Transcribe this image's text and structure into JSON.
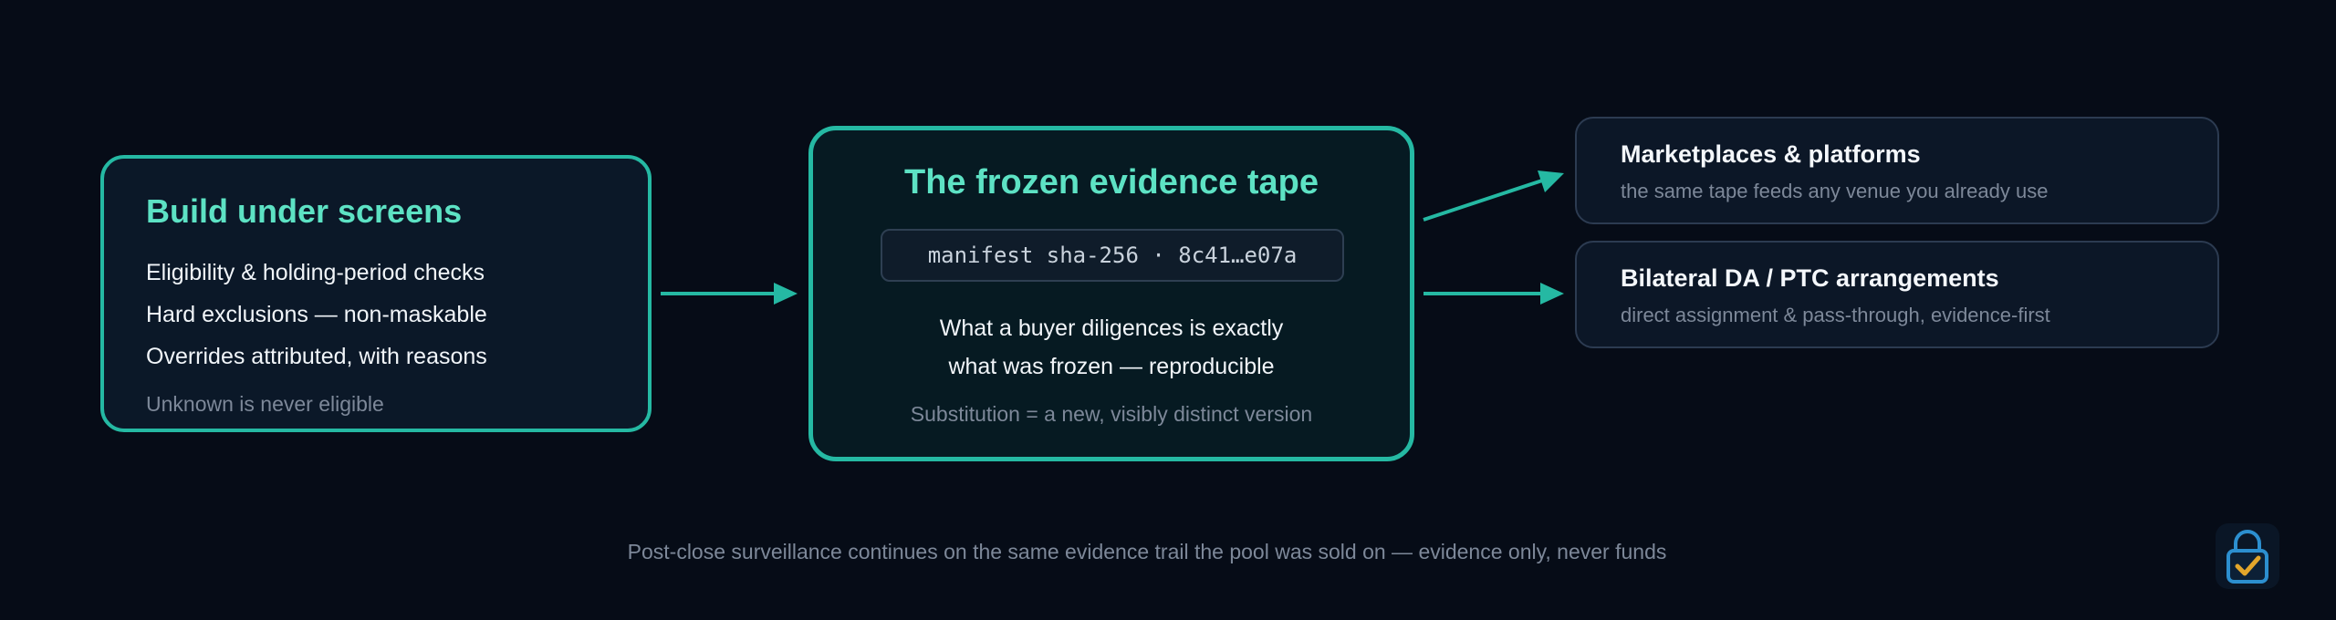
{
  "left_box": {
    "title": "Build under screens",
    "items": [
      "Eligibility & holding-period checks",
      "Hard exclusions — non-maskable",
      "Overrides attributed, with reasons"
    ],
    "note": "Unknown is never eligible"
  },
  "center_box": {
    "title": "The frozen evidence tape",
    "manifest": "manifest sha-256 · 8c41…e07a",
    "body_line1": "What a buyer diligences is exactly",
    "body_line2": "what was frozen — reproducible",
    "note": "Substitution = a new, visibly distinct version"
  },
  "right_boxes": [
    {
      "title": "Marketplaces & platforms",
      "subtitle": "the same tape feeds any venue you already use"
    },
    {
      "title": "Bilateral DA / PTC arrangements",
      "subtitle": "direct assignment & pass-through, evidence-first"
    }
  ],
  "footer": "Post-close surveillance continues on the same evidence trail the pool was sold on — evidence only, never funds",
  "colors": {
    "background": "#060c17",
    "accent_teal": "#25b9a3",
    "title_teal": "#5de2c4",
    "muted_text": "#7d8899",
    "lock_gold": "#e2a62b",
    "lock_blue": "#2c8fcf"
  },
  "icons": {
    "badge": "lock-check-icon"
  }
}
